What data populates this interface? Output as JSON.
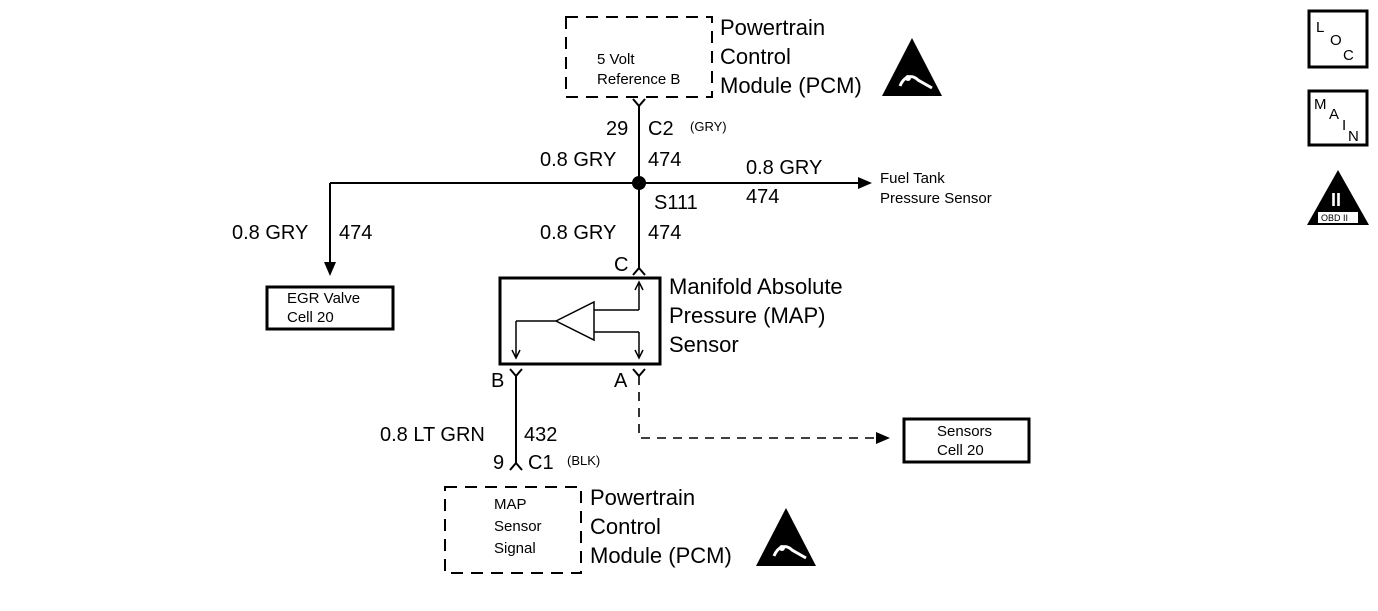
{
  "pcm_top": {
    "title_lines": [
      "Powertrain",
      "Control",
      "Module (PCM)"
    ],
    "inner_lines": [
      "5 Volt",
      "Reference B"
    ]
  },
  "connector_top": {
    "pin": "29",
    "connector": "C2",
    "color": "(GRY)"
  },
  "wire_main": {
    "size_color": "0.8 GRY",
    "circuit": "474"
  },
  "splice": "S111",
  "wire_fuel": {
    "size_color": "0.8 GRY",
    "circuit": "474"
  },
  "fuel_tank": [
    "Fuel Tank",
    "Pressure Sensor"
  ],
  "wire_egr": {
    "size_color": "0.8 GRY",
    "circuit": "474"
  },
  "egr_box": [
    "EGR Valve",
    "Cell 20"
  ],
  "wire_map": {
    "size_color": "0.8 GRY",
    "circuit": "474"
  },
  "map_sensor": {
    "title_lines": [
      "Manifold Absolute",
      "Pressure (MAP)",
      "Sensor"
    ],
    "pin_c": "C",
    "pin_b": "B",
    "pin_a": "A"
  },
  "sensors_box": [
    "Sensors",
    "Cell 20"
  ],
  "wire_signal": {
    "size_color": "0.8 LT GRN",
    "circuit": "432"
  },
  "connector_bottom": {
    "pin": "9",
    "connector": "C1",
    "color": "(BLK)"
  },
  "pcm_bottom": {
    "title_lines": [
      "Powertrain",
      "Control",
      "Module (PCM)"
    ],
    "inner_lines": [
      "MAP",
      "Sensor",
      "Signal"
    ]
  },
  "side_icons": {
    "loc": [
      "L",
      "O",
      "C"
    ],
    "main": [
      "M",
      "A",
      "I",
      "N"
    ],
    "obd": {
      "numeral": "II",
      "label": "OBD II"
    }
  }
}
